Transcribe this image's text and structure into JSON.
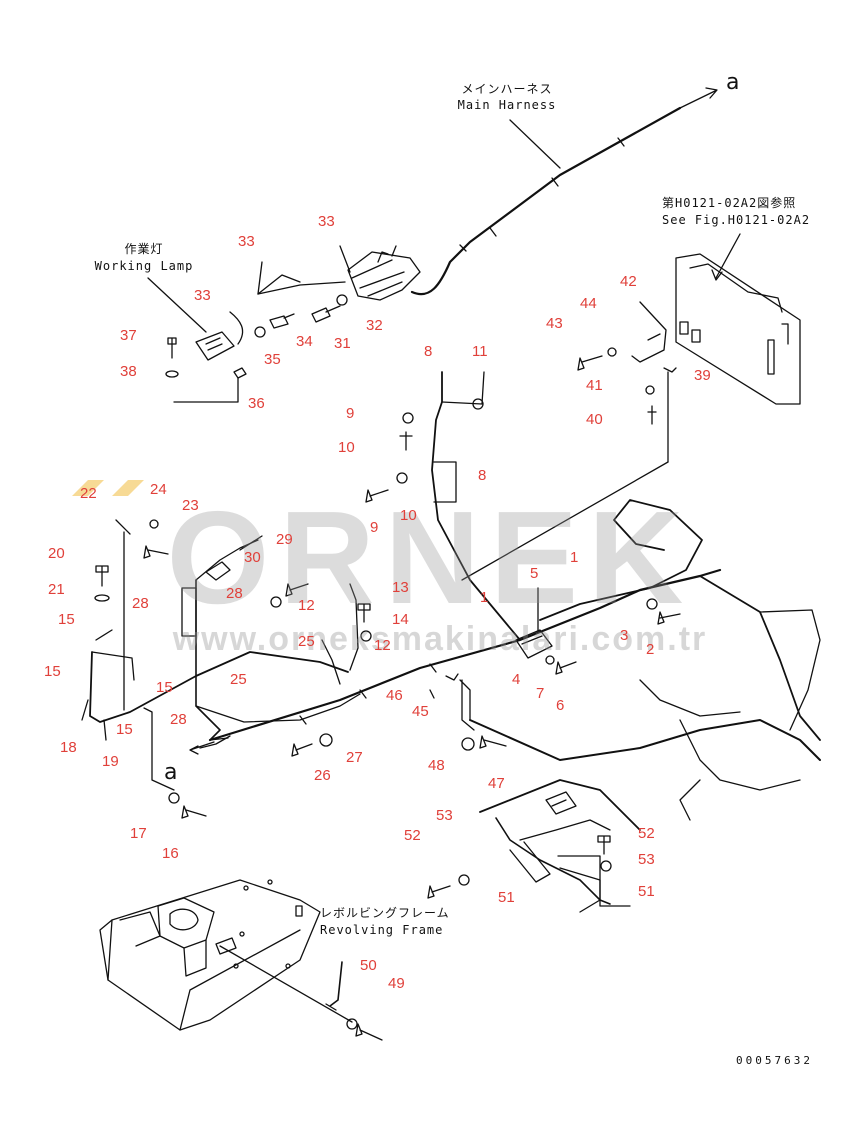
{
  "labels": {
    "main_harness_jp": "メインハーネス",
    "main_harness_en": "Main Harness",
    "working_lamp_jp": "作業灯",
    "working_lamp_en": "Working Lamp",
    "see_fig_jp": "第H0121-02A2図参照",
    "see_fig_en": "See Fig.H0121-02A2",
    "revolving_frame_jp": "レボルビングフレーム",
    "revolving_frame_en": "Revolving Frame",
    "callout_top": "a",
    "callout_left": "a",
    "doc_number": "00057632"
  },
  "watermark": {
    "brand": "ORNEK",
    "url": "www.orneksmakinalari.com.tr",
    "color": "#969696"
  },
  "colors": {
    "part_number": "#e0403a",
    "line": "#111111",
    "watermark_accent": "#f2c14e"
  },
  "part_numbers": {
    "n1a": "1",
    "n1b": "1",
    "n2": "2",
    "n3": "3",
    "n4": "4",
    "n5": "5",
    "n6": "6",
    "n7": "7",
    "n8a": "8",
    "n8b": "8",
    "n9a": "9",
    "n9b": "9",
    "n10a": "10",
    "n10b": "10",
    "n11": "11",
    "n12a": "12",
    "n12b": "12",
    "n13": "13",
    "n14": "14",
    "n15a": "15",
    "n15b": "15",
    "n15c": "15",
    "n15d": "15",
    "n16": "16",
    "n17": "17",
    "n18": "18",
    "n19": "19",
    "n20": "20",
    "n21": "21",
    "n22": "22",
    "n23": "23",
    "n24": "24",
    "n25a": "25",
    "n25b": "25",
    "n26": "26",
    "n27": "27",
    "n28a": "28",
    "n28b": "28",
    "n28c": "28",
    "n29": "29",
    "n30": "30",
    "n31": "31",
    "n32": "32",
    "n33a": "33",
    "n33b": "33",
    "n33c": "33",
    "n34": "34",
    "n35": "35",
    "n36": "36",
    "n37": "37",
    "n38": "38",
    "n39": "39",
    "n40": "40",
    "n41": "41",
    "n42": "42",
    "n43": "43",
    "n44": "44",
    "n45": "45",
    "n46": "46",
    "n47": "47",
    "n48": "48",
    "n49": "49",
    "n50": "50",
    "n51a": "51",
    "n51b": "51",
    "n52a": "52",
    "n52b": "52",
    "n53a": "53",
    "n53b": "53"
  }
}
